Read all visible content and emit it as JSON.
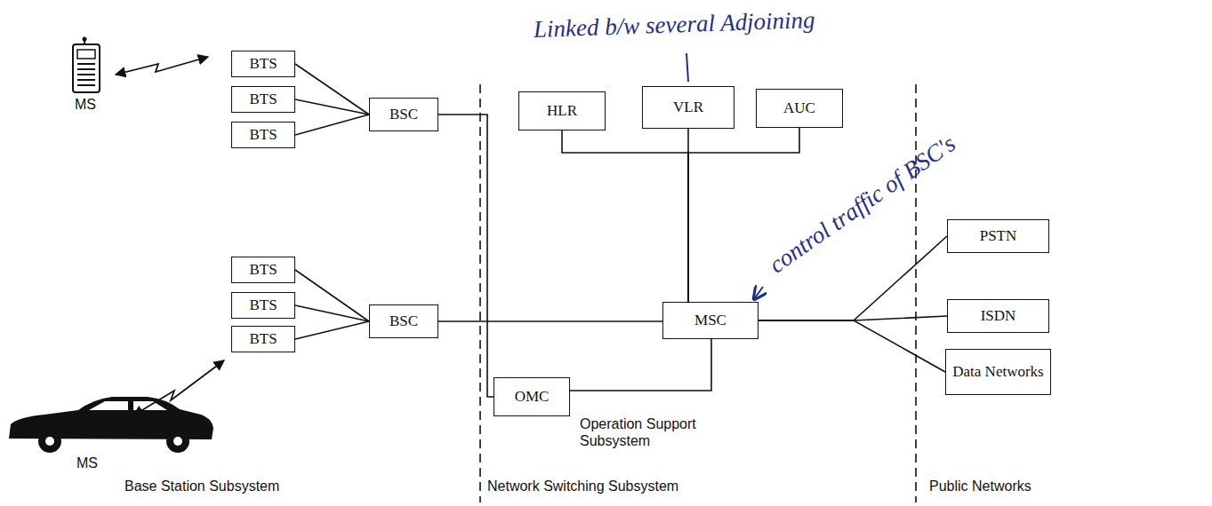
{
  "diagram": {
    "nodes": [
      {
        "text": [
          "BTS"
        ]
      },
      {
        "text": [
          "BTS"
        ]
      },
      {
        "text": [
          "BTS"
        ]
      },
      {
        "text": [
          "BSC"
        ]
      },
      {
        "text": [
          "HLR"
        ]
      },
      {
        "text": [
          "VLR"
        ]
      },
      {
        "text": [
          "AUC"
        ]
      },
      {
        "text": [
          "PSTN"
        ]
      },
      {
        "text": [
          "BTS"
        ]
      },
      {
        "text": [
          "BTS"
        ]
      },
      {
        "text": [
          "BTS"
        ]
      },
      {
        "text": [
          "BSC"
        ]
      },
      {
        "text": [
          "MSC"
        ]
      },
      {
        "text": [
          "ISDN"
        ]
      },
      {
        "text": [
          "Data Networks"
        ]
      },
      {
        "text": [
          "OMC"
        ]
      }
    ],
    "edges": [
      {
        "from": 0,
        "to": 3,
        "arrow": "none"
      },
      {
        "from": 1,
        "to": 3,
        "arrow": "none"
      },
      {
        "from": 2,
        "to": 3,
        "arrow": "none"
      },
      {
        "from": 8,
        "to": 11,
        "arrow": "none"
      },
      {
        "from": 9,
        "to": 11,
        "arrow": "none"
      },
      {
        "from": 10,
        "to": 11,
        "arrow": "none"
      },
      {
        "from": 3,
        "to": 15,
        "arrow": "none"
      },
      {
        "from": 11,
        "to": 12,
        "arrow": "none"
      },
      {
        "from": 4,
        "to": 12,
        "arrow": "none"
      },
      {
        "from": 5,
        "to": 12,
        "arrow": "none"
      },
      {
        "from": 6,
        "to": 12,
        "arrow": "none"
      },
      {
        "from": 15,
        "to": 12,
        "arrow": "none"
      },
      {
        "from": 12,
        "to": 7,
        "arrow": "none"
      },
      {
        "from": 12,
        "to": 13,
        "arrow": "none"
      },
      {
        "from": 12,
        "to": 14,
        "arrow": "none"
      }
    ],
    "labels": [
      "Linked b/w several Adjoining",
      "MS",
      "control traffic of BSC's",
      "MS",
      "Operation Support Subsystem",
      "Base Station Subsystem",
      "Network Switching Subsystem",
      "Public Networks"
    ]
  }
}
